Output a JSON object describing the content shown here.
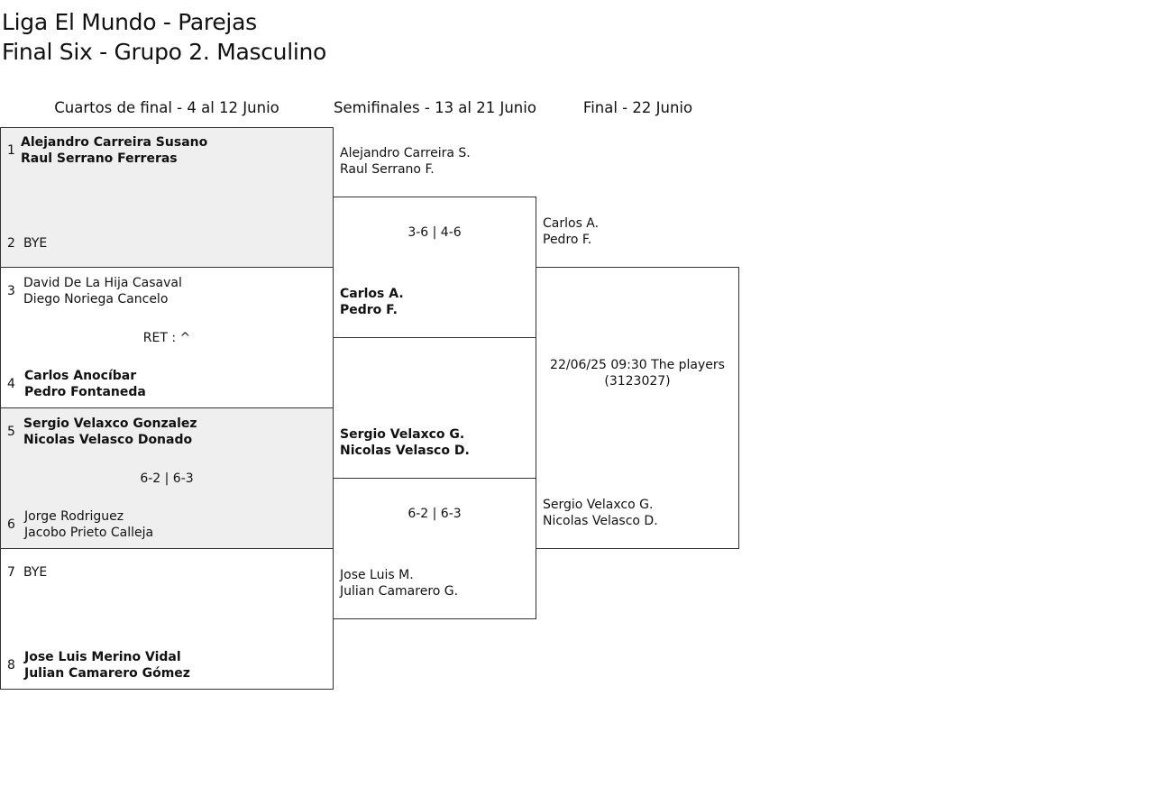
{
  "header": {
    "title_line1": "Liga El Mundo - Parejas",
    "title_line2": "Final Six - Grupo 2. Masculino"
  },
  "rounds": {
    "quarterfinals": "Cuartos de final - 4 al 12 Junio",
    "semifinals": "Semifinales - 13 al 21 Junio",
    "final": "Final - 22 Junio"
  },
  "quarterfinals": [
    {
      "shaded": true,
      "top": {
        "seed": "1",
        "p1": "Alejandro Carreira Susano",
        "p2": "Raul Serrano Ferreras",
        "winner": true
      },
      "result": "",
      "bottom": {
        "seed": "2",
        "p1": "BYE",
        "p2": "",
        "winner": false
      }
    },
    {
      "shaded": false,
      "top": {
        "seed": "3",
        "p1": "David De La Hija Casaval",
        "p2": "Diego Noriega Cancelo",
        "winner": false
      },
      "result": "RET : ^",
      "bottom": {
        "seed": "4",
        "p1": "Carlos Anocíbar",
        "p2": "Pedro Fontaneda",
        "winner": true
      }
    },
    {
      "shaded": true,
      "top": {
        "seed": "5",
        "p1": "Sergio Velaxco Gonzalez",
        "p2": "Nicolas Velasco Donado",
        "winner": true
      },
      "result": "6-2 | 6-3",
      "bottom": {
        "seed": "6",
        "p1": "Jorge Rodriguez",
        "p2": "Jacobo Prieto Calleja",
        "winner": false
      }
    },
    {
      "shaded": false,
      "top": {
        "seed": "7",
        "p1": "BYE",
        "p2": "",
        "winner": false
      },
      "result": "",
      "bottom": {
        "seed": "8",
        "p1": "Jose Luis Merino Vidal",
        "p2": "Julian Camarero Gómez",
        "winner": true
      }
    }
  ],
  "semifinals": [
    {
      "top": {
        "p1": "Alejandro Carreira S.",
        "p2": "Raul Serrano F.",
        "winner": false
      },
      "result": "3-6 | 4-6",
      "bottom": {
        "p1": "Carlos A.",
        "p2": "Pedro F.",
        "winner": true
      }
    },
    {
      "top": {
        "p1": "Sergio Velaxco G.",
        "p2": "Nicolas Velasco D.",
        "winner": true
      },
      "result": "6-2 | 6-3",
      "bottom": {
        "p1": "Jose Luis M.",
        "p2": "Julian Camarero G.",
        "winner": false
      }
    }
  ],
  "final": {
    "top": {
      "p1": "Carlos A.",
      "p2": "Pedro F."
    },
    "info_line1": "22/06/25 09:30 The players",
    "info_line2": "(3123027)",
    "bottom": {
      "p1": "Sergio Velaxco G.",
      "p2": "Nicolas Velasco D."
    }
  }
}
